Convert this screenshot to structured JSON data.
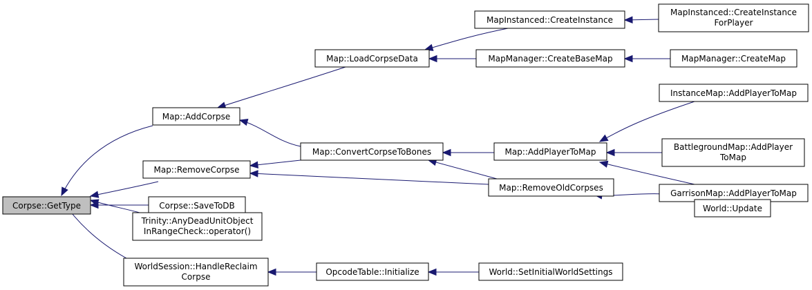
{
  "graph": {
    "edge_color": "#191970",
    "root_fill": "#bfbfbf",
    "nodes": {
      "corpse-gettype": [
        "Corpse::GetType"
      ],
      "map-addcorpse": [
        "Map::AddCorpse"
      ],
      "map-removecorpse": [
        "Map::RemoveCorpse"
      ],
      "corpse-savetodb": [
        "Corpse::SaveToDB"
      ],
      "trinity-anydeadunit": [
        "Trinity::AnyDeadUnitObject",
        "InRangeCheck::operator()"
      ],
      "worldsession-handlereclaim": [
        "WorldSession::HandleReclaim",
        "Corpse"
      ],
      "map-loadcorpsedata": [
        "Map::LoadCorpseData"
      ],
      "map-convertcorpsetobones": [
        "Map::ConvertCorpseToBones"
      ],
      "opcodetable-initialize": [
        "OpcodeTable::Initialize"
      ],
      "mapinstanced-createinstance": [
        "MapInstanced::CreateInstance"
      ],
      "mapmanager-createbasemap": [
        "MapManager::CreateBaseMap"
      ],
      "map-addplayertomap": [
        "Map::AddPlayerToMap"
      ],
      "map-removeoldcorpses": [
        "Map::RemoveOldCorpses"
      ],
      "world-setinitialworldsettings": [
        "World::SetInitialWorldSettings"
      ],
      "mapinstanced-createinstanceforplayer": [
        "MapInstanced::CreateInstance",
        "ForPlayer"
      ],
      "mapmanager-createmap": [
        "MapManager::CreateMap"
      ],
      "instancemap-addplayertomap": [
        "InstanceMap::AddPlayerToMap"
      ],
      "battlegroundmap-addplayertomap": [
        "BattlegroundMap::AddPlayer",
        "ToMap"
      ],
      "garrisonmap-addplayertomap": [
        "GarrisonMap::AddPlayerToMap"
      ],
      "world-update": [
        "World::Update"
      ]
    },
    "edges": [
      [
        "map-addcorpse",
        "corpse-gettype"
      ],
      [
        "map-removecorpse",
        "corpse-gettype"
      ],
      [
        "corpse-savetodb",
        "corpse-gettype"
      ],
      [
        "trinity-anydeadunit",
        "corpse-gettype"
      ],
      [
        "worldsession-handlereclaim",
        "corpse-gettype"
      ],
      [
        "map-loadcorpsedata",
        "map-addcorpse"
      ],
      [
        "map-convertcorpsetobones",
        "map-addcorpse"
      ],
      [
        "map-convertcorpsetobones",
        "map-removecorpse"
      ],
      [
        "map-removeoldcorpses",
        "map-removecorpse"
      ],
      [
        "opcodetable-initialize",
        "worldsession-handlereclaim"
      ],
      [
        "mapinstanced-createinstance",
        "map-loadcorpsedata"
      ],
      [
        "mapmanager-createbasemap",
        "map-loadcorpsedata"
      ],
      [
        "map-addplayertomap",
        "map-convertcorpsetobones"
      ],
      [
        "map-removeoldcorpses",
        "map-convertcorpsetobones"
      ],
      [
        "world-setinitialworldsettings",
        "opcodetable-initialize"
      ],
      [
        "mapinstanced-createinstanceforplayer",
        "mapinstanced-createinstance"
      ],
      [
        "mapmanager-createmap",
        "mapmanager-createbasemap"
      ],
      [
        "instancemap-addplayertomap",
        "map-addplayertomap"
      ],
      [
        "battlegroundmap-addplayertomap",
        "map-addplayertomap"
      ],
      [
        "garrisonmap-addplayertomap",
        "map-addplayertomap"
      ],
      [
        "world-update",
        "map-removeoldcorpses"
      ]
    ]
  }
}
